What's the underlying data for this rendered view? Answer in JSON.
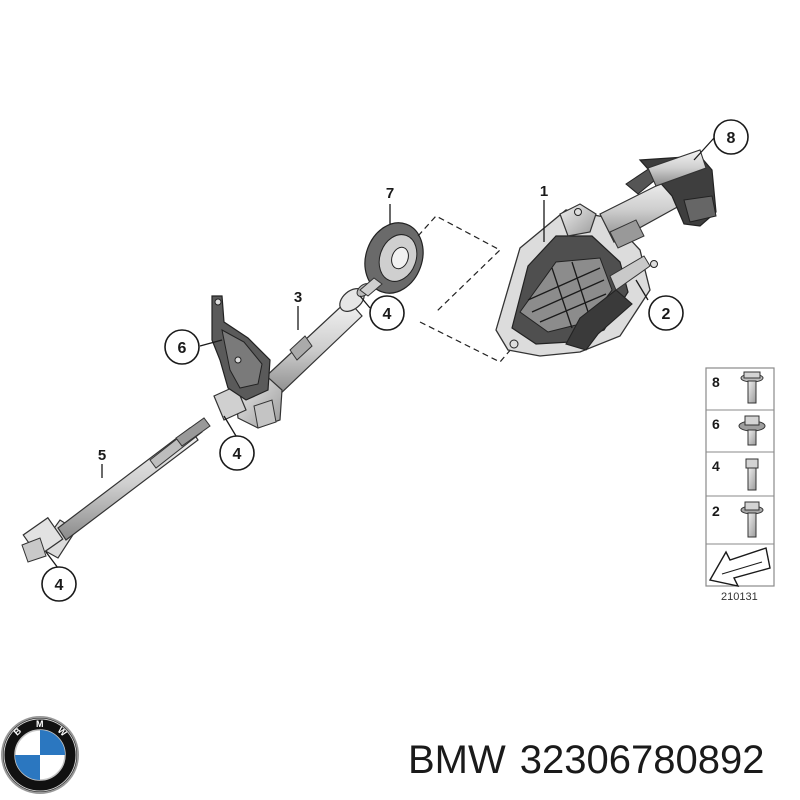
{
  "diagram": {
    "callouts": [
      {
        "id": "callout-1",
        "label": "1"
      },
      {
        "id": "callout-2",
        "label": "2"
      },
      {
        "id": "callout-3",
        "label": "3"
      },
      {
        "id": "callout-4a",
        "label": "4"
      },
      {
        "id": "callout-4b",
        "label": "4"
      },
      {
        "id": "callout-4c",
        "label": "4"
      },
      {
        "id": "callout-5",
        "label": "5"
      },
      {
        "id": "callout-6",
        "label": "6"
      },
      {
        "id": "callout-7",
        "label": "7"
      },
      {
        "id": "callout-8",
        "label": "8"
      }
    ],
    "legend": {
      "rows": [
        {
          "label": "8",
          "icon": "flange-bolt-icon"
        },
        {
          "label": "6",
          "icon": "washer-bolt-icon"
        },
        {
          "label": "4",
          "icon": "bolt-icon"
        },
        {
          "label": "2",
          "icon": "collar-bolt-icon"
        }
      ],
      "arrow_icon": "direction-arrow-icon"
    },
    "drawing_number": "210131"
  },
  "footer": {
    "brand": "BMW",
    "part_number": "32306780892",
    "logo_letters": "BMW"
  },
  "colors": {
    "ink": "#1a1a1a",
    "part_fill": "#e9e9e9",
    "part_dark": "#4a4a4a",
    "logo_blue": "#2b77c0",
    "logo_ring": "#111111"
  }
}
